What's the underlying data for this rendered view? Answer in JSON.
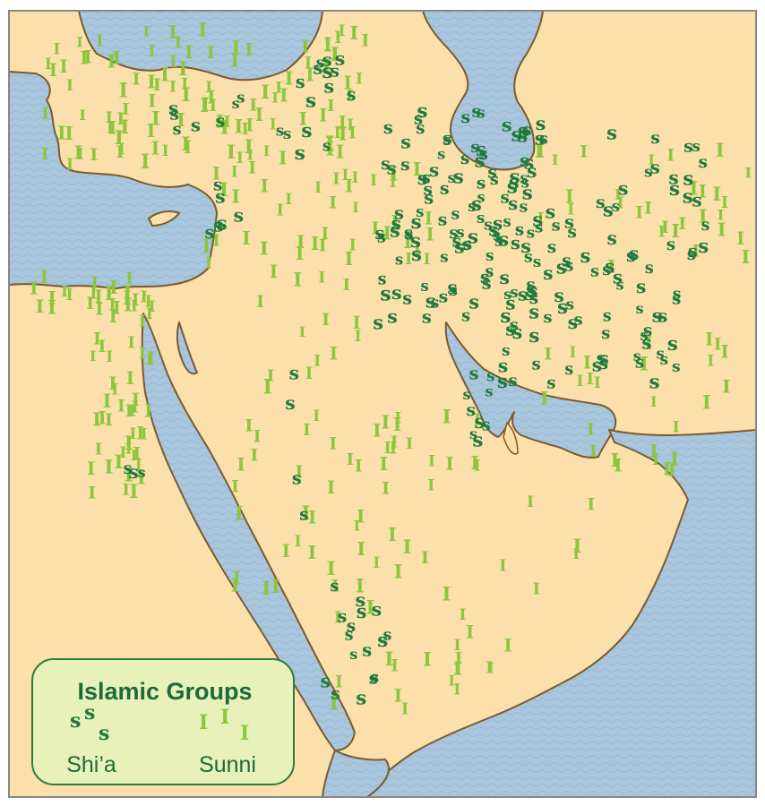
{
  "legend": {
    "title": "Islamic Groups",
    "shia": {
      "label": "Shi’a",
      "symbol": "s"
    },
    "sunni": {
      "label": "Sunni",
      "symbol": "I"
    }
  },
  "colors": {
    "land": "#fbe0ab",
    "water": "#a9c6dd",
    "coast": "#7a5a2e",
    "frame": "#888888",
    "shia": "#1f7a3e",
    "sunni": "#8cc63f",
    "legend_fill": "#e8f1b9",
    "legend_border": "#2f7a43"
  }
}
